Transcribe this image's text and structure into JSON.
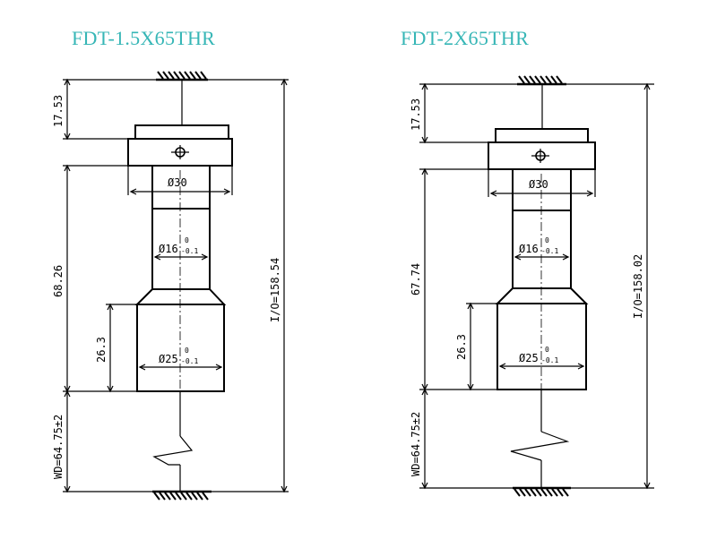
{
  "accent_color": "#36b6b6",
  "drawings": [
    {
      "title": "FDT-1.5X65THR",
      "dim_top": "17.53",
      "dim_body": "68.26",
      "dim_lower": "26.3",
      "dim_wd": "WD=64.75±2",
      "dim_total": "I/O=158.54",
      "dia_flange": "Ø30",
      "dia_mid": "Ø16",
      "dia_low": "Ø25",
      "tol_upper": "0",
      "tol_lower": "-0.1"
    },
    {
      "title": "FDT-2X65THR",
      "dim_top": "17.53",
      "dim_body": "67.74",
      "dim_lower": "26.3",
      "dim_wd": "WD=64.75±2",
      "dim_total": "I/O=158.02",
      "dia_flange": "Ø30",
      "dia_mid": "Ø16",
      "dia_low": "Ø25",
      "tol_upper": "0",
      "tol_lower": "-0.1"
    }
  ]
}
